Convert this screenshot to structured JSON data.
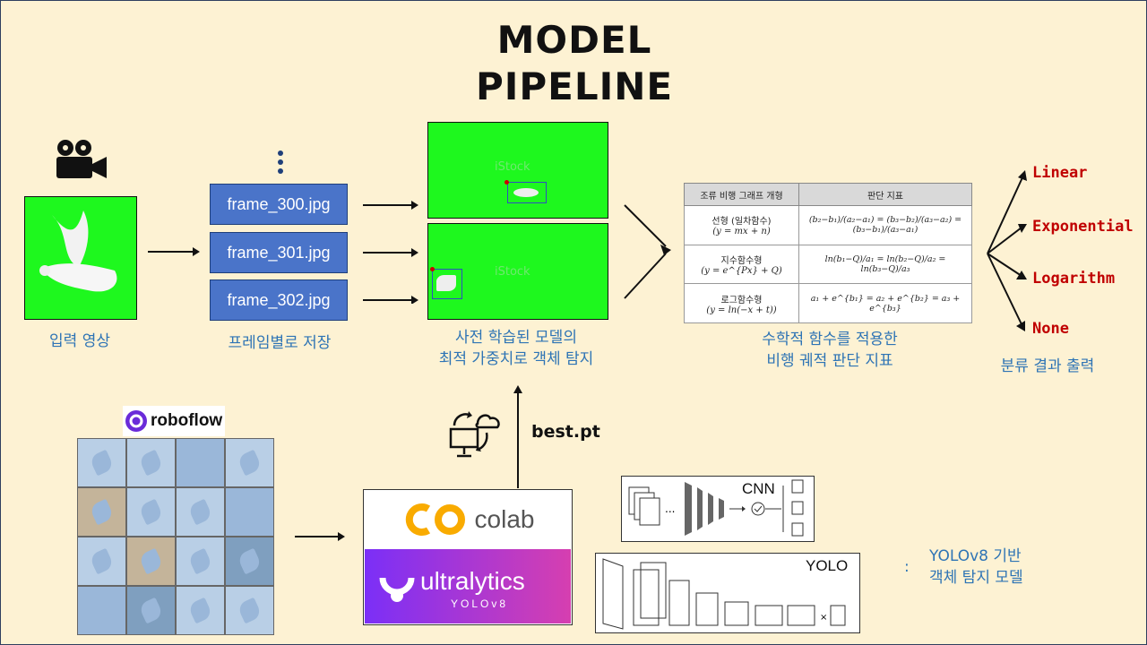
{
  "title_line1": "MODEL",
  "title_line2": "PIPELINE",
  "input_caption": "입력 영상",
  "frames": [
    "frame_300.jpg",
    "frame_301.jpg",
    "frame_302.jpg"
  ],
  "frames_caption": "프레임별로 저장",
  "detect_caption_line1": "사전 학습된 모델의",
  "detect_caption_line2": "최적 가중치로 객체 탐지",
  "watermark": "iStock",
  "table": {
    "header_left": "조류 비행 그래프 개형",
    "header_right": "판단 지표",
    "rows": [
      {
        "name": "선형 (일차함수)",
        "eq": "(y = mx + n)",
        "criterion": "(b₂−b₁)/(a₂−a₁) = (b₃−b₂)/(a₃−a₂) = (b₃−b₁)/(a₃−a₁)"
      },
      {
        "name": "지수함수형",
        "eq": "(y = e^{Px} + Q)",
        "criterion": "ln(b₁−Q)/a₁ = ln(b₂−Q)/a₂ = ln(b₃−Q)/a₃"
      },
      {
        "name": "로그함수형",
        "eq": "(y = ln(−x + t))",
        "criterion": "a₁ + e^{b₁} = a₂ + e^{b₂} = a₃ + e^{b₃}"
      }
    ]
  },
  "table_caption_line1": "수학적 함수를 적용한",
  "table_caption_line2": "비행 궤적 판단 지표",
  "classes": [
    "Linear",
    "Exponential",
    "Logarithm",
    "None"
  ],
  "classes_caption": "분류 결과 출력",
  "roboflow_label": "roboflow",
  "weights_label": "best.pt",
  "colab_label": "colab",
  "ultralytics_label": "ultralytics",
  "yolov8_label": "YOLOv8",
  "cnn_label": "CNN",
  "yolo_label": "YOLO",
  "note_colon": ":",
  "note_line1": "YOLOv8 기반",
  "note_line2": "객체 탐지 모델",
  "colors": {
    "background": "#fdf2d3",
    "caption": "#2e74b5",
    "class": "#c00000",
    "frame_box": "#4a74c9",
    "screen": "#1ef81e"
  }
}
